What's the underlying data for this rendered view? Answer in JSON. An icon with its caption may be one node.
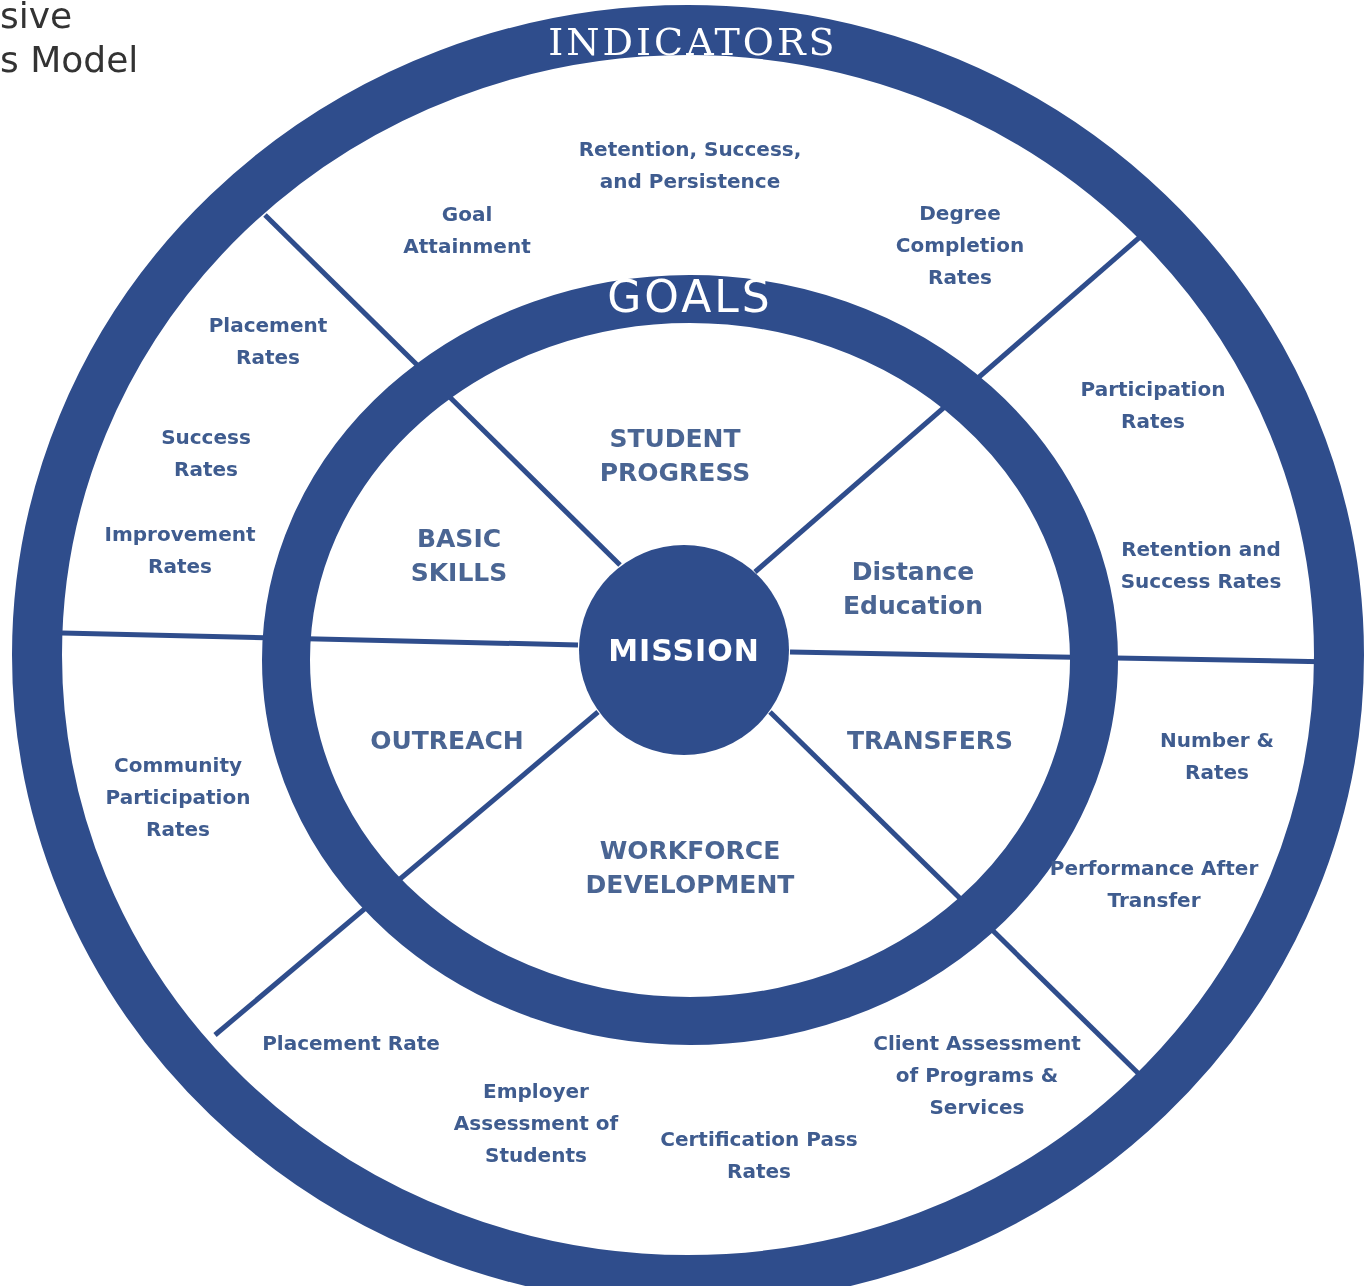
{
  "diagram": {
    "nodes": [
      {
        "text": [
          "INDICATORS"
        ]
      },
      {
        "text": [
          "GOALS"
        ],
        "in": 0
      },
      {
        "text": [
          "MISSION"
        ],
        "in": 1
      }
    ],
    "labels": [
      "sive",
      "s Model",
      "Retention, Success, and Persistence",
      "Goal Attainment",
      "Degree Completion Rates",
      "Placement Rates",
      "Participation Rates",
      "Success Rates",
      "STUDENT PROGRESS",
      "Improvement Rates",
      "BASIC SKILLS",
      "Distance Education",
      "Retention and Success Rates",
      "OUTREACH",
      "TRANSFERS",
      "Number & Rates",
      "Community Participation Rates",
      "WORKFORCE DEVELOPMENT",
      "Performance After Transfer",
      "Placement Rate",
      "Client Assessment of Programs & Services",
      "Employer Assessment of Students",
      "Certification Pass Rates"
    ]
  }
}
